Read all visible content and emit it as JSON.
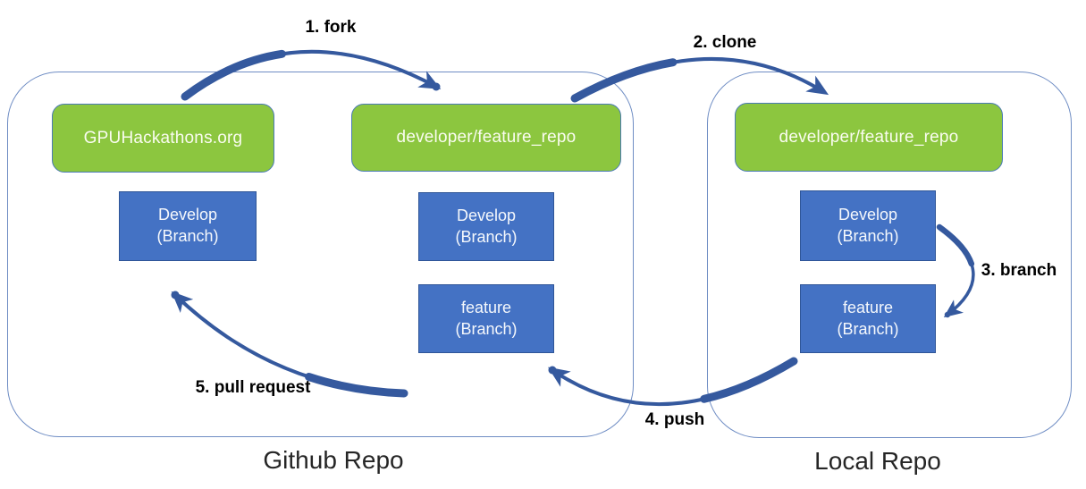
{
  "colors": {
    "repo_box_fill": "#8CC63F",
    "repo_box_border": "#4A7AB5",
    "repo_box_text": "#FAFCF0",
    "branch_box_fill": "#4472C4",
    "branch_box_border": "#2F5597",
    "branch_box_text": "#F5F8FC",
    "arrow_color": "#35599E",
    "container_border": "#6F8DC4",
    "step_label_color": "#000000",
    "caption_color": "#262626"
  },
  "github_repo": {
    "caption": "Github Repo",
    "upstream_repo": {
      "label": "GPUHackathons.org"
    },
    "fork_repo": {
      "label": "developer/feature_repo"
    },
    "upstream_branches": [
      {
        "name": "Develop",
        "kind": "(Branch)"
      }
    ],
    "fork_branches": [
      {
        "name": "Develop",
        "kind": "(Branch)"
      },
      {
        "name": "feature",
        "kind": "(Branch)"
      }
    ]
  },
  "local_repo": {
    "caption": "Local Repo",
    "clone_repo": {
      "label": "developer/feature_repo"
    },
    "branches": [
      {
        "name": "Develop",
        "kind": "(Branch)"
      },
      {
        "name": "feature",
        "kind": "(Branch)"
      }
    ]
  },
  "steps": [
    {
      "label": "1. fork"
    },
    {
      "label": "2. clone"
    },
    {
      "label": "3. branch"
    },
    {
      "label": "4. push"
    },
    {
      "label": "5. pull request"
    }
  ]
}
